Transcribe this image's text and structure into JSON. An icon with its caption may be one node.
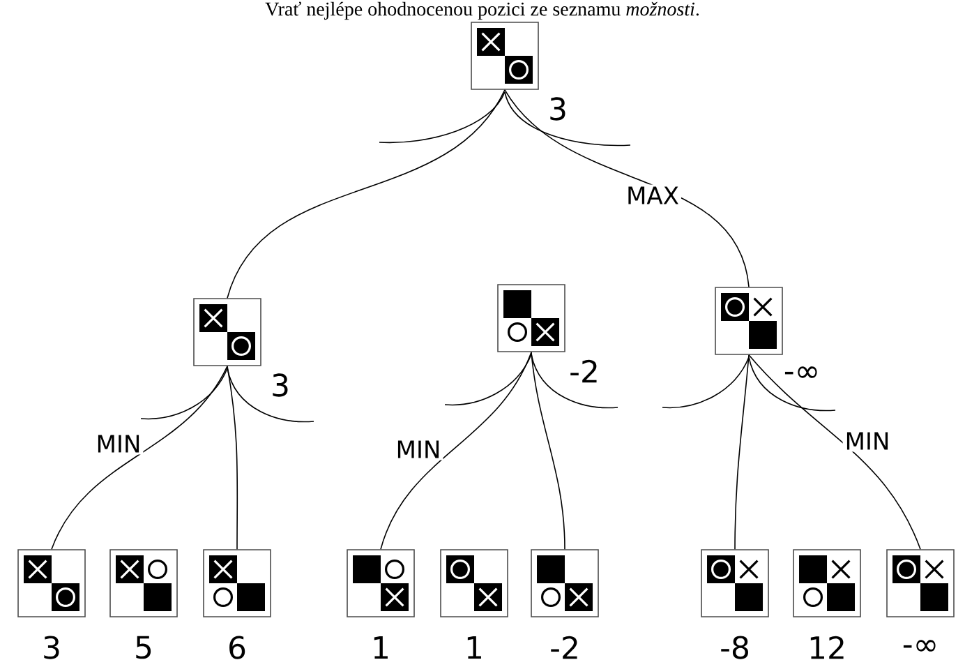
{
  "diagram": {
    "title": "Vrať nejlépe ohodnocenou pozici ze seznamu *možnosti*.",
    "nodes": [
      {
        "text": [],
        "shape": "box",
        "beside": [
          "3"
        ]
      },
      {
        "text": [],
        "shape": "box",
        "beside": [
          "3"
        ]
      },
      {
        "text": [],
        "shape": "box",
        "beside": [
          "-2"
        ]
      },
      {
        "text": [],
        "shape": "box",
        "beside": [
          "-∞"
        ]
      },
      {
        "text": [],
        "shape": "box",
        "beside": [
          "3"
        ]
      },
      {
        "text": [],
        "shape": "box",
        "beside": [
          "5"
        ]
      },
      {
        "text": [],
        "shape": "box",
        "beside": [
          "6"
        ]
      },
      {
        "text": [],
        "shape": "box",
        "beside": [
          "1"
        ]
      },
      {
        "text": [],
        "shape": "box",
        "beside": [
          "1"
        ]
      },
      {
        "text": [],
        "shape": "box",
        "beside": [
          "-2"
        ]
      },
      {
        "text": [],
        "shape": "box",
        "beside": [
          "-8"
        ]
      },
      {
        "text": [],
        "shape": "box",
        "beside": [
          "12"
        ]
      },
      {
        "text": [],
        "shape": "box",
        "beside": [
          "-∞"
        ]
      }
    ],
    "edges": [
      {
        "from": 0,
        "to": 1,
        "arrow": "none"
      },
      {
        "from": 0,
        "to": 3,
        "arrow": "none",
        "label": "MAX"
      },
      {
        "from": 1,
        "to": 4,
        "arrow": "none",
        "label": "MIN"
      },
      {
        "from": 1,
        "to": 6,
        "arrow": "none"
      },
      {
        "from": 2,
        "to": 7,
        "arrow": "none",
        "label": "MIN"
      },
      {
        "from": 2,
        "to": 9,
        "arrow": "none"
      },
      {
        "from": 3,
        "to": 10,
        "arrow": "none"
      },
      {
        "from": 3,
        "to": 12,
        "arrow": "none",
        "label": "MIN"
      }
    ]
  }
}
